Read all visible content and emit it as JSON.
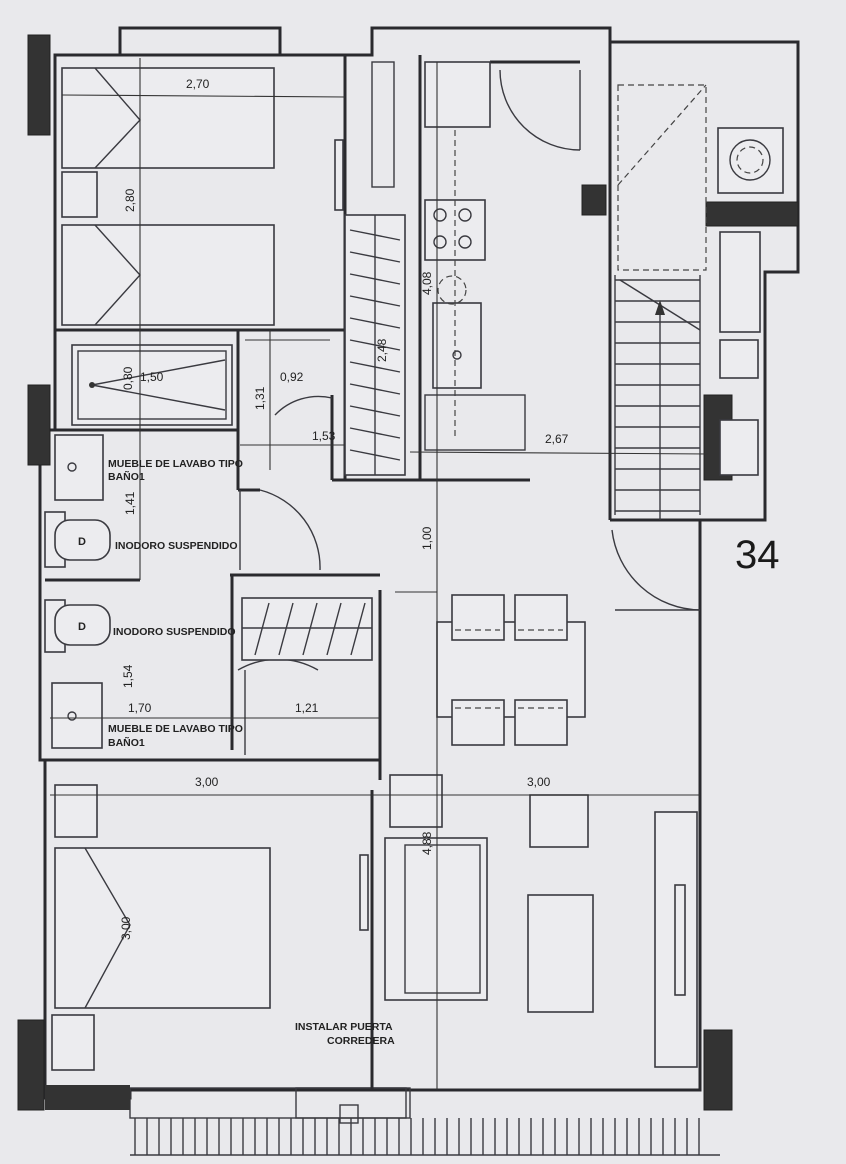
{
  "unit_number": "34",
  "dimensions": {
    "bedroom1_width": "2,70",
    "bedroom1_depth": "2,80",
    "shower": "1,50",
    "shower_depth": "0,80",
    "bath1_door": "0,92",
    "bath1_height": "1,31",
    "hall1": "1,53",
    "closet1": "2,48",
    "kitchen": "4,08",
    "stair_span": "2,67",
    "bath1_depth": "1,41",
    "corridor": "1,00",
    "bath2_width": "1,70",
    "bath2_depth": "1,54",
    "bath2_door": "1,21",
    "bedroom2_width": "3,00",
    "living_width": "3,00",
    "bedroom2_depth": "3,00",
    "living_depth": "4,88"
  },
  "labels": {
    "sink1_line1": "MUEBLE DE LAVABO TIPO",
    "sink1_line2": "BAÑO1",
    "toilet1": "INODORO SUSPENDIDO",
    "toilet2": "INODORO SUSPENDIDO",
    "sink2_line1": "MUEBLE DE LAVABO TIPO",
    "sink2_line2": "BAÑO1",
    "note_line1": "INSTALAR PUERTA",
    "note_line2": "CORREDERA",
    "toilet_letter_1": "D",
    "toilet_letter_2": "D"
  }
}
